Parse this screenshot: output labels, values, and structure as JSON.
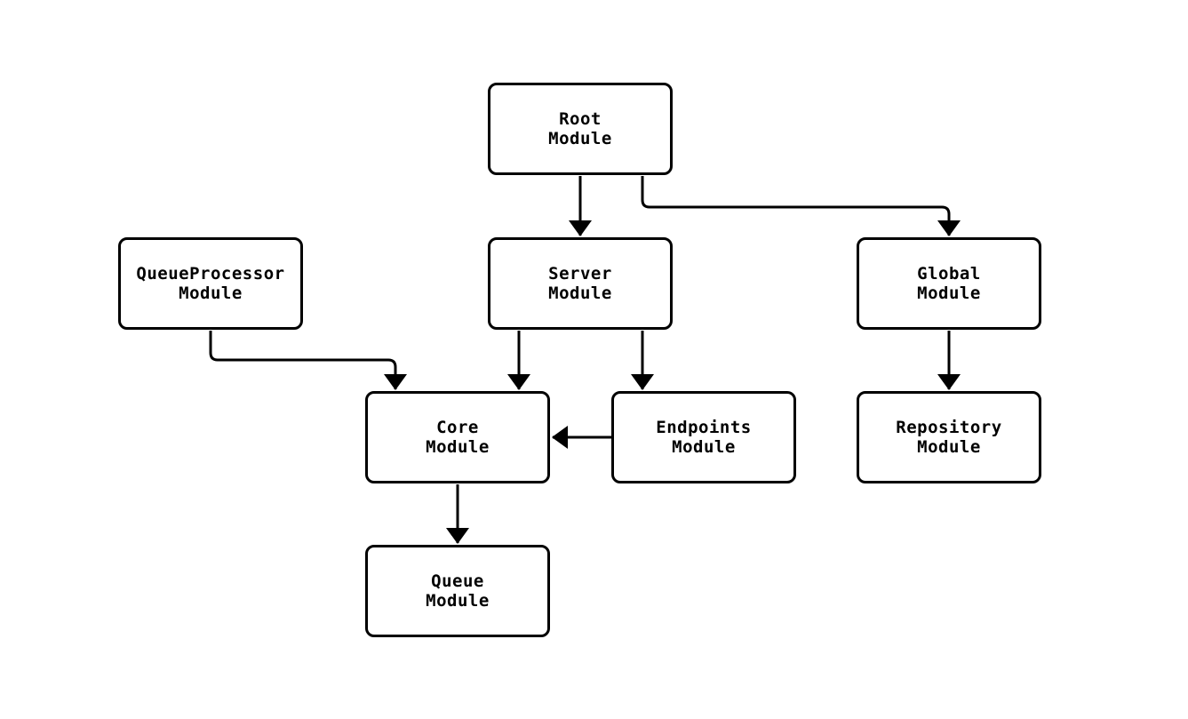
{
  "diagram": {
    "type": "module-dependency-graph",
    "background_color": "#ffffff",
    "node_fill_color": "#ffffff",
    "stroke_color": "#000000",
    "text_color": "#000000",
    "nodes": [
      {
        "id": "root-module",
        "label": "Root\nModule"
      },
      {
        "id": "queueprocessor-module",
        "label": "QueueProcessor\nModule"
      },
      {
        "id": "server-module",
        "label": "Server\nModule"
      },
      {
        "id": "global-module",
        "label": "Global\nModule"
      },
      {
        "id": "core-module",
        "label": "Core\nModule"
      },
      {
        "id": "endpoints-module",
        "label": "Endpoints\nModule"
      },
      {
        "id": "repository-module",
        "label": "Repository\nModule"
      },
      {
        "id": "queue-module",
        "label": "Queue\nModule"
      }
    ],
    "edges": [
      {
        "from": "Root Module",
        "to": "Server Module"
      },
      {
        "from": "Root Module",
        "to": "Global Module"
      },
      {
        "from": "QueueProcessor Module",
        "to": "Core Module"
      },
      {
        "from": "Server Module",
        "to": "Core Module"
      },
      {
        "from": "Server Module",
        "to": "Endpoints Module"
      },
      {
        "from": "Endpoints Module",
        "to": "Core Module"
      },
      {
        "from": "Global Module",
        "to": "Repository Module"
      },
      {
        "from": "Core Module",
        "to": "Queue Module"
      }
    ]
  }
}
